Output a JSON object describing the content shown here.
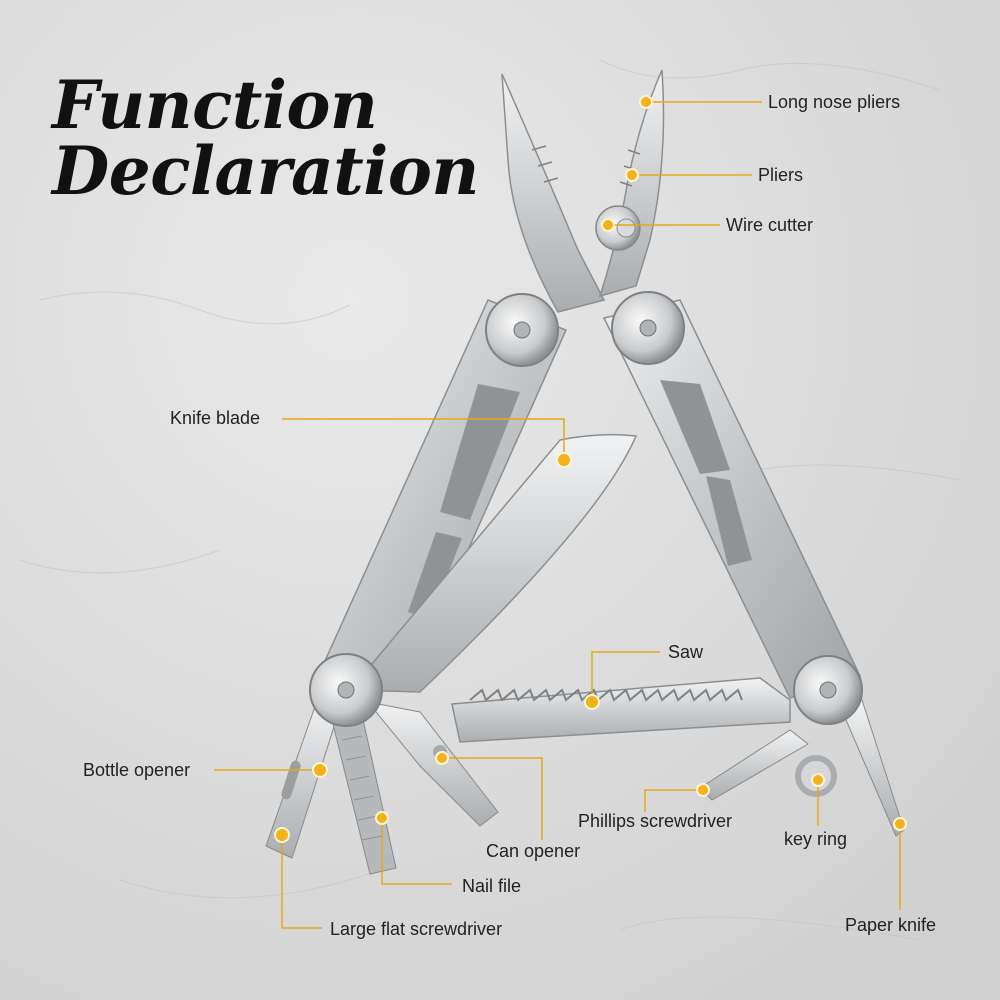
{
  "title": {
    "line1": "Function",
    "line2": "Declaration"
  },
  "colors": {
    "accent": "#f2b21c",
    "leader": "#e6a817",
    "background": "#dcdcdc",
    "steel": "#c4c6c8"
  },
  "callouts": [
    {
      "id": "long-nose-pliers",
      "label": "Long nose pliers"
    },
    {
      "id": "pliers",
      "label": "Pliers"
    },
    {
      "id": "wire-cutter",
      "label": "Wire cutter"
    },
    {
      "id": "knife-blade",
      "label": "Knife blade"
    },
    {
      "id": "saw",
      "label": "Saw"
    },
    {
      "id": "bottle-opener",
      "label": "Bottle opener"
    },
    {
      "id": "phillips-screwdriver",
      "label": "Phillips screwdriver"
    },
    {
      "id": "key-ring",
      "label": "key ring"
    },
    {
      "id": "can-opener",
      "label": "Can opener"
    },
    {
      "id": "nail-file",
      "label": "Nail file"
    },
    {
      "id": "paper-knife",
      "label": "Paper knife"
    },
    {
      "id": "large-flat-screwdriver",
      "label": "Large flat screwdriver"
    }
  ]
}
